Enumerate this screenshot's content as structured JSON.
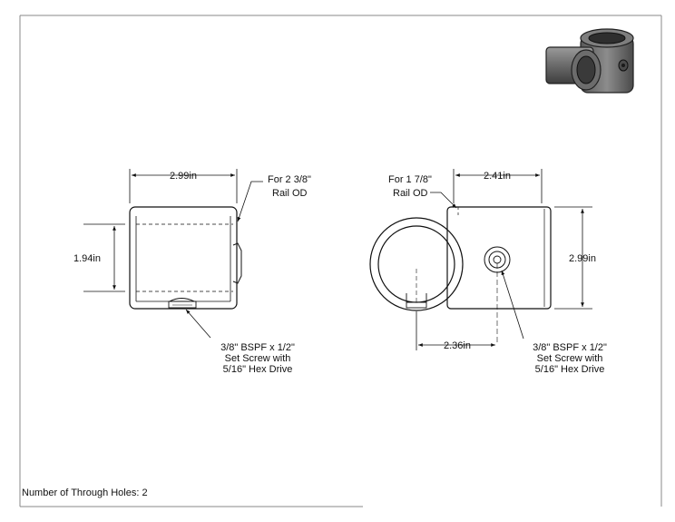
{
  "left_view": {
    "dim_width": "2.99in",
    "dim_height": "1.94in",
    "note_rail_line1": "For 2 3/8\"",
    "note_rail_line2": "Rail OD",
    "note_screw_line1": "3/8\" BSPF x 1/2\"",
    "note_screw_line2": "Set Screw with",
    "note_screw_line3": "5/16\" Hex Drive"
  },
  "right_view": {
    "dim_width": "2.41in",
    "dim_height": "2.99in",
    "dim_offset": "2.36in",
    "note_rail_line1": "For 1 7/8\"",
    "note_rail_line2": "Rail OD",
    "note_screw_line1": "3/8\" BSPF x 1/2\"",
    "note_screw_line2": "Set Screw with",
    "note_screw_line3": "5/16\" Hex Drive"
  },
  "footer": {
    "through_holes": "Number of Through Holes: 2"
  }
}
